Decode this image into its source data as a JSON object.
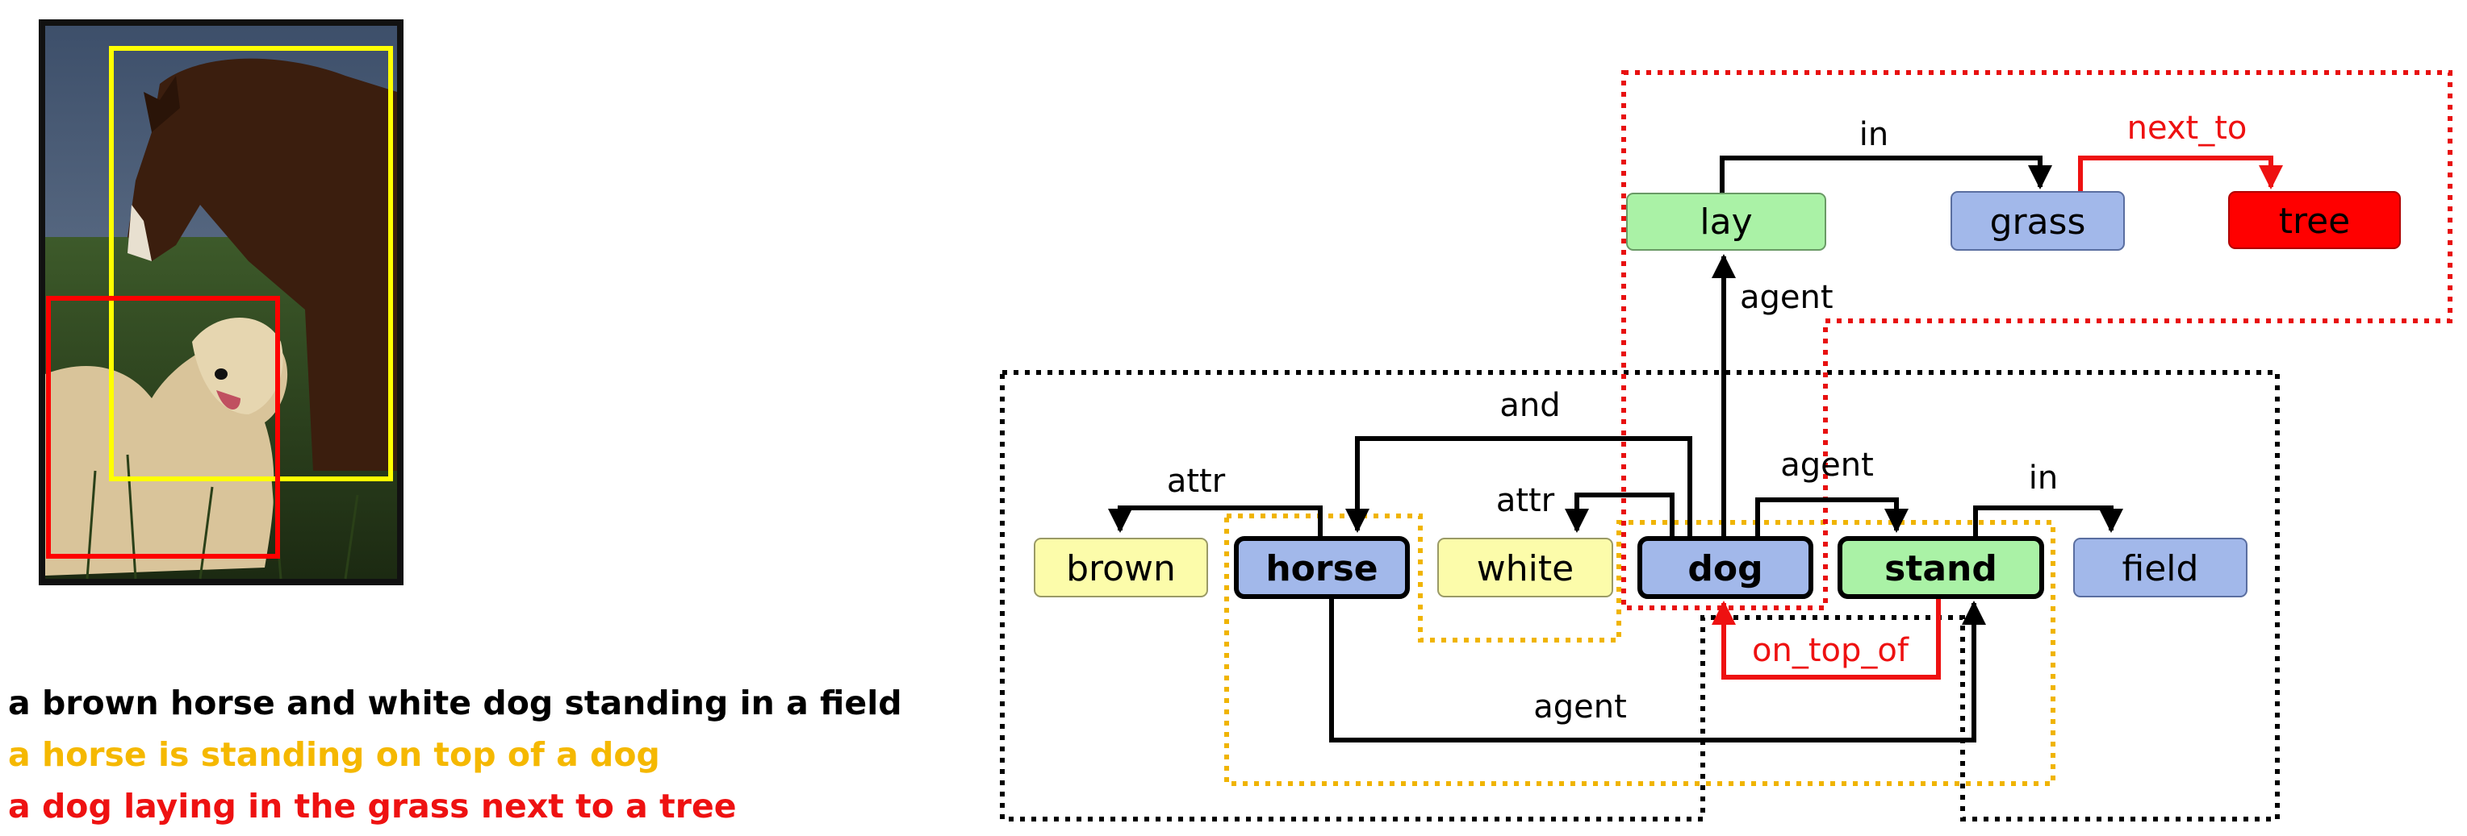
{
  "captions": [
    {
      "text": "a brown horse and white dog standing in a field",
      "color": "#000000"
    },
    {
      "text": "a horse is standing on top of a dog",
      "color": "#f5b800"
    },
    {
      "text": "a dog laying in the grass next to a tree",
      "color": "#ee1111"
    }
  ],
  "colors": {
    "green": "#aaf2a6",
    "blue": "#a2b8ea",
    "yellow": "#fcfcaa",
    "red": "#ff0000",
    "group_black": "#000000",
    "group_orange": "#f0b400",
    "group_red": "#e81010",
    "box_yellow": "#ffff00",
    "box_red": "#ff0000"
  },
  "nodes": {
    "lay": "lay",
    "grass": "grass",
    "tree": "tree",
    "brown": "brown",
    "horse": "horse",
    "white": "white",
    "dog": "dog",
    "stand": "stand",
    "field": "field"
  },
  "edges": {
    "in_top": "in",
    "next_to": "next_to",
    "agent_lay": "agent",
    "and": "and",
    "attr_brown": "attr",
    "attr_white": "attr",
    "agent_stand": "agent",
    "in_field": "in",
    "on_top_of": "on_top_of",
    "agent_bottom": "agent"
  },
  "photo": {
    "subject_icons": [
      "horse-figure",
      "dog-figure"
    ]
  }
}
